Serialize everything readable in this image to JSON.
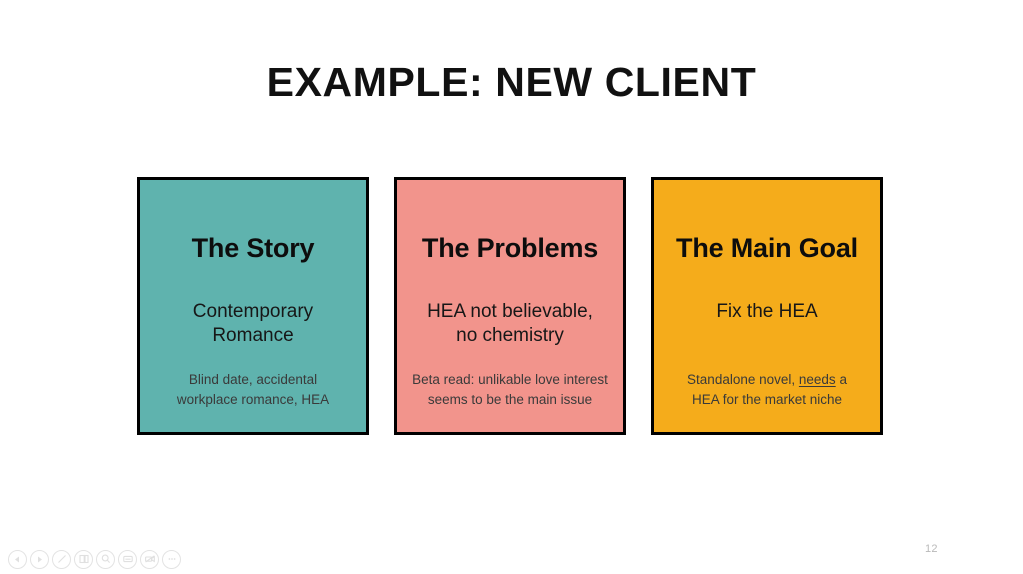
{
  "slide": {
    "title": "EXAMPLE: NEW CLIENT",
    "page_number": "12",
    "background_color": "#ffffff"
  },
  "cards": [
    {
      "name": "story",
      "heading": "The Story",
      "mid_line_1": "Contemporary",
      "mid_line_2": "Romance",
      "note_line_1": "Blind date, accidental",
      "note_line_2": "workplace romance, HEA",
      "background_color": "#5FB3AE",
      "border_color": "#000000"
    },
    {
      "name": "problems",
      "heading": "The Problems",
      "mid_line_1": "HEA not believable,",
      "mid_line_2": "no chemistry",
      "note_line_1": "Beta read: unlikable love interest",
      "note_line_2": "seems to be the main issue",
      "background_color": "#F2948C",
      "border_color": "#000000"
    },
    {
      "name": "main-goal",
      "heading": "The Main Goal",
      "mid_line_1": "Fix the HEA",
      "mid_line_2": "",
      "note_prefix": "Standalone novel, ",
      "note_emphasis": "needs",
      "note_suffix": " a",
      "note_line_2": "HEA for the market niche",
      "background_color": "#F5AC1B",
      "border_color": "#000000"
    }
  ],
  "toolbar": {
    "buttons": [
      {
        "name": "previous-slide-icon",
        "label": "Previous"
      },
      {
        "name": "next-slide-icon",
        "label": "Next"
      },
      {
        "name": "pen-icon",
        "label": "Pen"
      },
      {
        "name": "slide-grid-icon",
        "label": "All slides"
      },
      {
        "name": "search-icon",
        "label": "Search"
      },
      {
        "name": "captions-icon",
        "label": "Captions"
      },
      {
        "name": "camera-off-icon",
        "label": "Camera off"
      },
      {
        "name": "more-options-icon",
        "label": "More options"
      }
    ]
  }
}
